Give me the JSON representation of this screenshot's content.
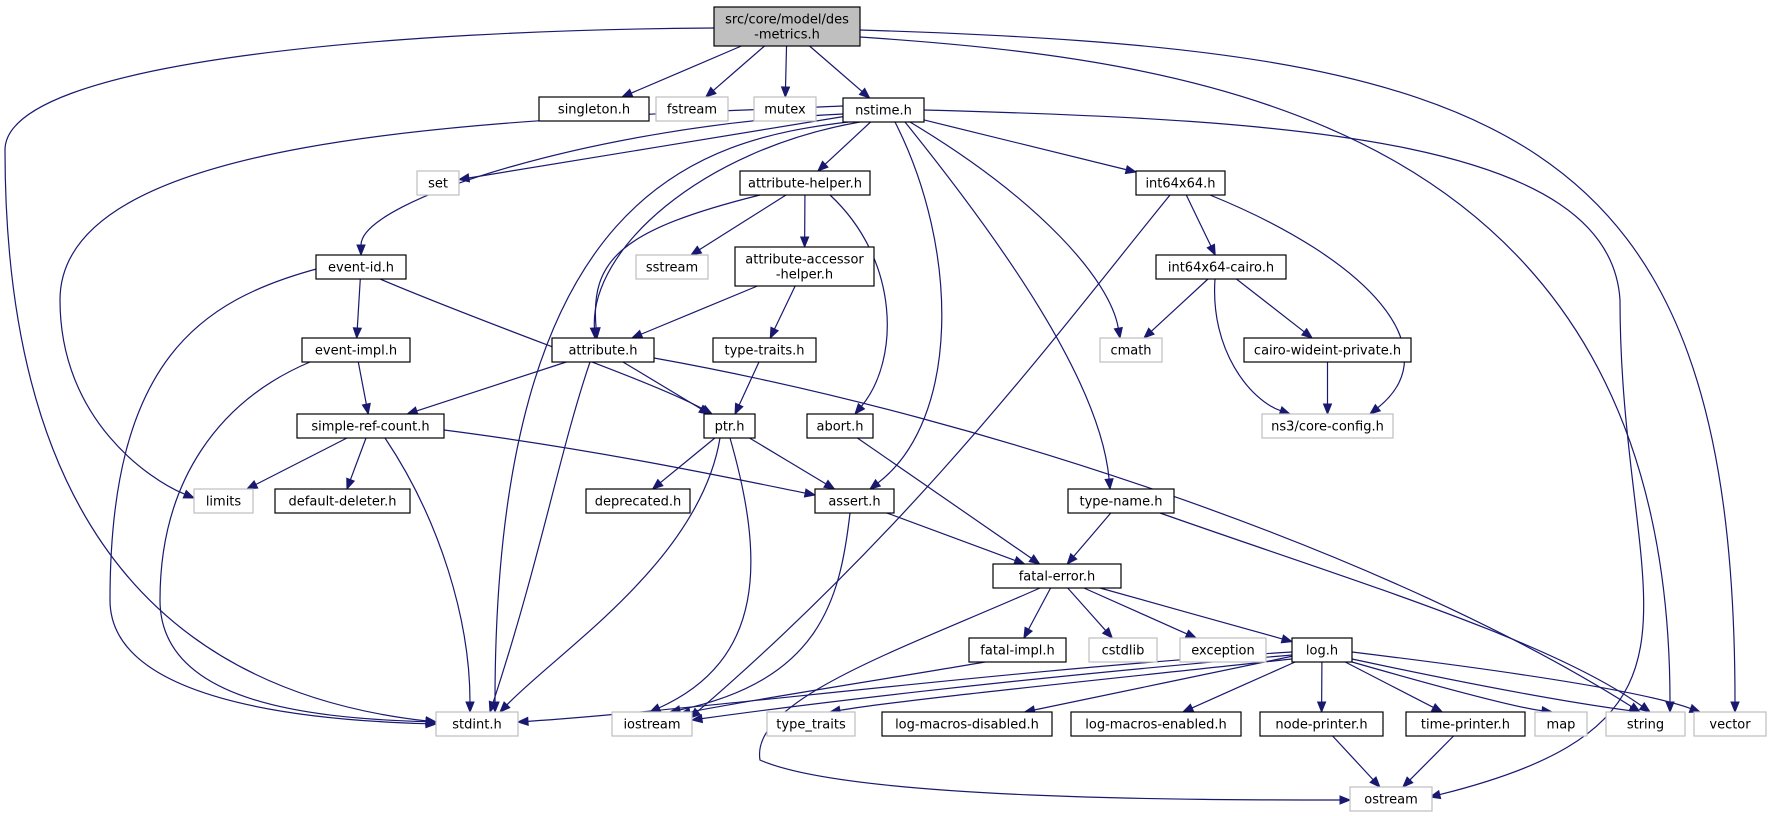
{
  "graph_title": "",
  "colors": {
    "edge": "#191970",
    "local_border": "#000000",
    "system_border": "#bfbfbf",
    "root_fill": "#bfbfbf"
  },
  "nodes": {
    "root": {
      "lines": [
        "src/core/model/des",
        "-metrics.h"
      ]
    },
    "singleton": {
      "lines": [
        "singleton.h"
      ]
    },
    "fstream": {
      "lines": [
        "fstream"
      ]
    },
    "mutex": {
      "lines": [
        "mutex"
      ]
    },
    "nstime": {
      "lines": [
        "nstime.h"
      ]
    },
    "set": {
      "lines": [
        "set"
      ]
    },
    "attribute_helper": {
      "lines": [
        "attribute-helper.h"
      ]
    },
    "int64x64": {
      "lines": [
        "int64x64.h"
      ]
    },
    "event_id": {
      "lines": [
        "event-id.h"
      ]
    },
    "sstream": {
      "lines": [
        "sstream"
      ]
    },
    "attribute_accessor_helper": {
      "lines": [
        "attribute-accessor",
        "-helper.h"
      ]
    },
    "int64x64_cairo": {
      "lines": [
        "int64x64-cairo.h"
      ]
    },
    "event_impl": {
      "lines": [
        "event-impl.h"
      ]
    },
    "attribute": {
      "lines": [
        "attribute.h"
      ]
    },
    "type_traits_h": {
      "lines": [
        "type-traits.h"
      ]
    },
    "cmath": {
      "lines": [
        "cmath"
      ]
    },
    "cairo_wideint_private": {
      "lines": [
        "cairo-wideint-private.h"
      ]
    },
    "simple_ref_count": {
      "lines": [
        "simple-ref-count.h"
      ]
    },
    "ptr": {
      "lines": [
        "ptr.h"
      ]
    },
    "abort": {
      "lines": [
        "abort.h"
      ]
    },
    "core_config": {
      "lines": [
        "ns3/core-config.h"
      ]
    },
    "limits": {
      "lines": [
        "limits"
      ]
    },
    "default_deleter": {
      "lines": [
        "default-deleter.h"
      ]
    },
    "deprecated": {
      "lines": [
        "deprecated.h"
      ]
    },
    "assert": {
      "lines": [
        "assert.h"
      ]
    },
    "type_name": {
      "lines": [
        "type-name.h"
      ]
    },
    "fatal_error": {
      "lines": [
        "fatal-error.h"
      ]
    },
    "fatal_impl": {
      "lines": [
        "fatal-impl.h"
      ]
    },
    "cstdlib": {
      "lines": [
        "cstdlib"
      ]
    },
    "exception": {
      "lines": [
        "exception"
      ]
    },
    "log": {
      "lines": [
        "log.h"
      ]
    },
    "stdint": {
      "lines": [
        "stdint.h"
      ]
    },
    "iostream": {
      "lines": [
        "iostream"
      ]
    },
    "type_traits": {
      "lines": [
        "type_traits"
      ]
    },
    "log_macros_disabled": {
      "lines": [
        "log-macros-disabled.h"
      ]
    },
    "log_macros_enabled": {
      "lines": [
        "log-macros-enabled.h"
      ]
    },
    "node_printer": {
      "lines": [
        "node-printer.h"
      ]
    },
    "time_printer": {
      "lines": [
        "time-printer.h"
      ]
    },
    "map": {
      "lines": [
        "map"
      ]
    },
    "string": {
      "lines": [
        "string"
      ]
    },
    "vector": {
      "lines": [
        "vector"
      ]
    },
    "ostream": {
      "lines": [
        "ostream"
      ]
    }
  },
  "edges": [
    [
      "root",
      "singleton"
    ],
    [
      "root",
      "fstream"
    ],
    [
      "root",
      "mutex"
    ],
    [
      "root",
      "nstime"
    ],
    [
      "root",
      "stdint"
    ],
    [
      "root",
      "string"
    ],
    [
      "root",
      "vector"
    ],
    [
      "nstime",
      "set"
    ],
    [
      "nstime",
      "attribute_helper"
    ],
    [
      "nstime",
      "int64x64"
    ],
    [
      "nstime",
      "event_id"
    ],
    [
      "nstime",
      "attribute"
    ],
    [
      "nstime",
      "limits"
    ],
    [
      "nstime",
      "stdint"
    ],
    [
      "nstime",
      "cmath"
    ],
    [
      "nstime",
      "assert"
    ],
    [
      "nstime",
      "type_name"
    ],
    [
      "nstime",
      "ostream"
    ],
    [
      "attribute_helper",
      "sstream"
    ],
    [
      "attribute_helper",
      "attribute_accessor_helper"
    ],
    [
      "attribute_helper",
      "attribute"
    ],
    [
      "attribute_helper",
      "abort"
    ],
    [
      "int64x64",
      "int64x64_cairo"
    ],
    [
      "int64x64",
      "core_config"
    ],
    [
      "int64x64",
      "iostream"
    ],
    [
      "int64x64_cairo",
      "cmath"
    ],
    [
      "int64x64_cairo",
      "cairo_wideint_private"
    ],
    [
      "int64x64_cairo",
      "core_config"
    ],
    [
      "cairo_wideint_private",
      "core_config"
    ],
    [
      "event_id",
      "event_impl"
    ],
    [
      "event_id",
      "ptr"
    ],
    [
      "event_id",
      "stdint"
    ],
    [
      "event_impl",
      "simple_ref_count"
    ],
    [
      "event_impl",
      "stdint"
    ],
    [
      "attribute_accessor_helper",
      "attribute"
    ],
    [
      "attribute_accessor_helper",
      "type_traits_h"
    ],
    [
      "type_traits_h",
      "ptr"
    ],
    [
      "attribute",
      "simple_ref_count"
    ],
    [
      "attribute",
      "ptr"
    ],
    [
      "attribute",
      "stdint"
    ],
    [
      "attribute",
      "string"
    ],
    [
      "simple_ref_count",
      "limits"
    ],
    [
      "simple_ref_count",
      "default_deleter"
    ],
    [
      "simple_ref_count",
      "assert"
    ],
    [
      "simple_ref_count",
      "stdint"
    ],
    [
      "ptr",
      "deprecated"
    ],
    [
      "ptr",
      "assert"
    ],
    [
      "ptr",
      "iostream"
    ],
    [
      "ptr",
      "stdint"
    ],
    [
      "abort",
      "fatal_error"
    ],
    [
      "assert",
      "fatal_error"
    ],
    [
      "assert",
      "iostream"
    ],
    [
      "type_name",
      "fatal_error"
    ],
    [
      "type_name",
      "string"
    ],
    [
      "fatal_error",
      "fatal_impl"
    ],
    [
      "fatal_error",
      "cstdlib"
    ],
    [
      "fatal_error",
      "exception"
    ],
    [
      "fatal_error",
      "log"
    ],
    [
      "fatal_error",
      "ostream"
    ],
    [
      "fatal_impl",
      "iostream"
    ],
    [
      "log",
      "stdint"
    ],
    [
      "log",
      "iostream"
    ],
    [
      "log",
      "type_traits"
    ],
    [
      "log",
      "log_macros_disabled"
    ],
    [
      "log",
      "log_macros_enabled"
    ],
    [
      "log",
      "node_printer"
    ],
    [
      "log",
      "time_printer"
    ],
    [
      "log",
      "map"
    ],
    [
      "log",
      "string"
    ],
    [
      "log",
      "vector"
    ],
    [
      "node_printer",
      "ostream"
    ],
    [
      "time_printer",
      "ostream"
    ]
  ]
}
